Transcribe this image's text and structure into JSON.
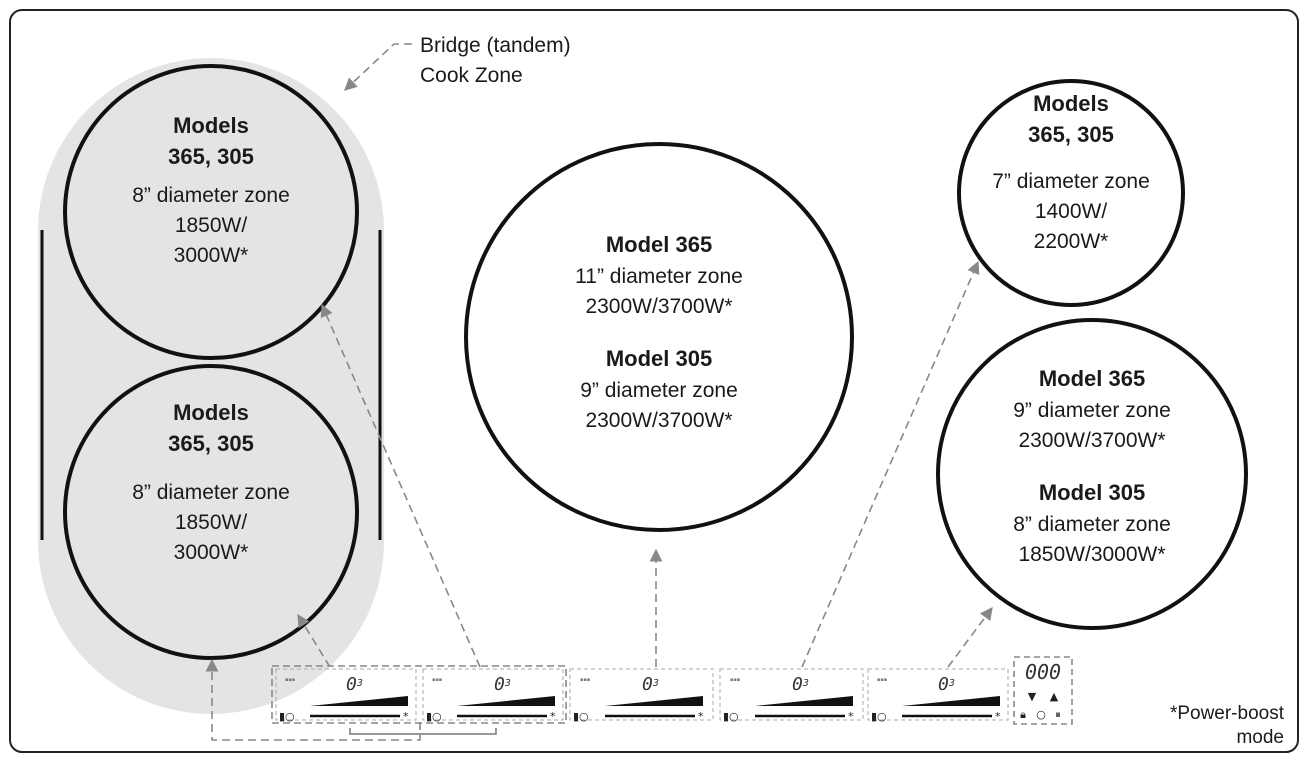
{
  "bridge_label": [
    "Bridge (tandem)",
    "Cook Zone"
  ],
  "zones": {
    "left_top": {
      "models_title": "Models",
      "models": "365, 305",
      "lines": [
        "8” diameter zone",
        "1850W/",
        "3000W*"
      ]
    },
    "left_bottom": {
      "models_title": "Models",
      "models": "365, 305",
      "lines": [
        "8” diameter zone",
        "1850W/",
        "3000W*"
      ]
    },
    "center": {
      "groups": [
        {
          "title": "Model 365",
          "lines": [
            "11” diameter zone",
            "2300W/3700W*"
          ]
        },
        {
          "title": "Model 305",
          "lines": [
            "9” diameter zone",
            "2300W/3700W*"
          ]
        }
      ]
    },
    "right_top": {
      "models_title": "Models",
      "models": "365, 305",
      "lines": [
        "7” diameter zone",
        "1400W/",
        "2200W*"
      ]
    },
    "right_bottom": {
      "groups": [
        {
          "title": "Model 365",
          "lines": [
            "9” diameter zone",
            "2300W/3700W*"
          ]
        },
        {
          "title": "Model 305",
          "lines": [
            "8” diameter zone",
            "1850W/3000W*"
          ]
        }
      ]
    }
  },
  "control_panel": {
    "zone_display": "0",
    "zone_display_sub": "3",
    "timer_display": "000",
    "zone_count": 5
  },
  "footnote": [
    "*Power-boost",
    "mode"
  ]
}
